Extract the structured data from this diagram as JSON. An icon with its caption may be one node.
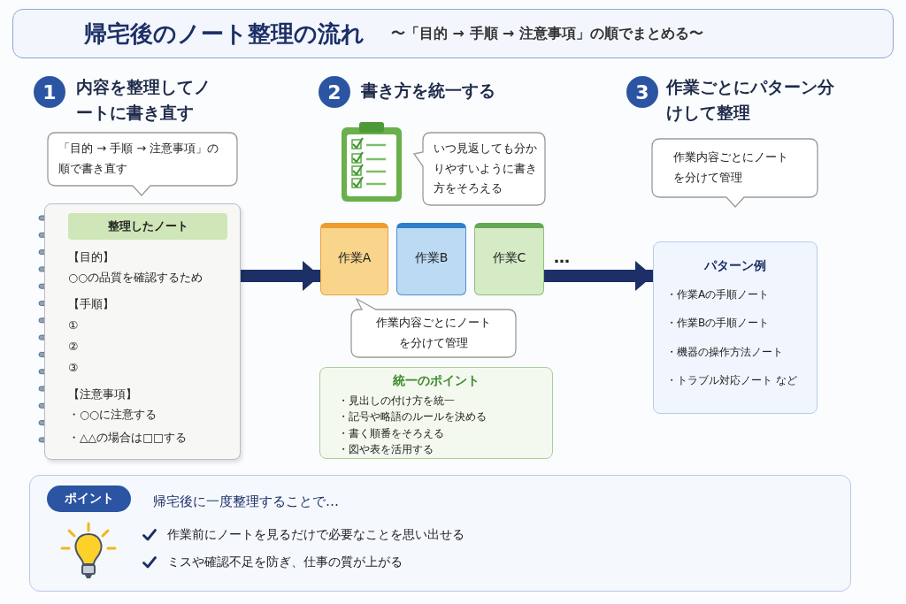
{
  "diagram": {
    "nodes": [
      {
        "text": [
          "帰宅後のノート整理の流れ",
          "〜「目的 → 手順 → 注意事項」の順でまとめる〜"
        ]
      },
      {
        "text": [
          "「目的 → 手順 → 注意事項」の順で書き直す"
        ]
      },
      {
        "text": [
          "整理したノート",
          "【目的】",
          "○○の品質を確認するため",
          "【手順】",
          "①",
          "②",
          "③",
          "【注意事項】",
          "・○○に注意する",
          "・△△の場合は□□する"
        ]
      },
      {
        "text": [
          "いつ見返しても分かりやすいように書き方をそろえる"
        ]
      },
      {
        "text": [
          "作業A"
        ]
      },
      {
        "text": [
          "作業B"
        ]
      },
      {
        "text": [
          "作業C"
        ]
      },
      {
        "text": [
          "作業内容ごとにノートを分けて管理"
        ]
      },
      {
        "text": [
          "統一のポイント",
          "・見出しの付け方を統一",
          "・記号や略語のルールを決める",
          "・書く順番をそろえる",
          "・図や表を活用する"
        ]
      },
      {
        "text": [
          "作業内容ごとにノートを分けて管理"
        ]
      },
      {
        "text": [
          "パターン例",
          "・作業Aの手順ノート",
          "・作業Bの手順ノート",
          "・機器の操作方法ノート",
          "・トラブル対応ノート など"
        ]
      },
      {
        "text": [
          "帰宅後に一度整理することで…",
          "作業前にノートを見るだけで必要なことを思い出せる",
          "ミスや確認不足を防ぎ、仕事の質が上がる"
        ]
      },
      {
        "text": [
          "ポイント"
        ],
        "in": 11
      }
    ],
    "edges": [
      {
        "from": 2,
        "to": 4,
        "arrow": "to"
      },
      {
        "from": 6,
        "to": 10,
        "arrow": "to"
      }
    ],
    "labels": [
      "1",
      "内容を整理してノートに書き直す",
      "2",
      "書き方を統一する",
      "3",
      "作業ごとにパターン分けして整理",
      "…"
    ]
  }
}
